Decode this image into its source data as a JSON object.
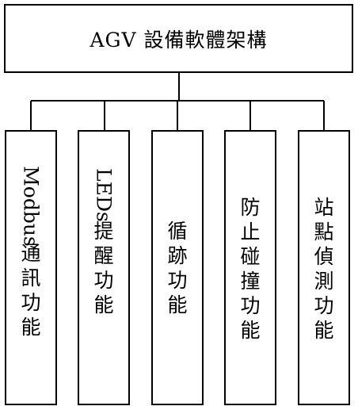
{
  "root": {
    "title": "AGV 設備軟體架構"
  },
  "children": [
    {
      "latin": "Modbus",
      "cjk": [
        "通",
        "訊",
        "功",
        "能"
      ]
    },
    {
      "latin": "LEDs",
      "cjk": [
        "提",
        "醒",
        "功",
        "能"
      ]
    },
    {
      "latin": "",
      "cjk": [
        "循",
        "跡",
        "功",
        "能"
      ]
    },
    {
      "latin": "",
      "cjk": [
        "防",
        "止",
        "碰",
        "撞",
        "功",
        "能"
      ]
    },
    {
      "latin": "",
      "cjk": [
        "站",
        "點",
        "偵",
        "測",
        "功",
        "能"
      ]
    }
  ]
}
